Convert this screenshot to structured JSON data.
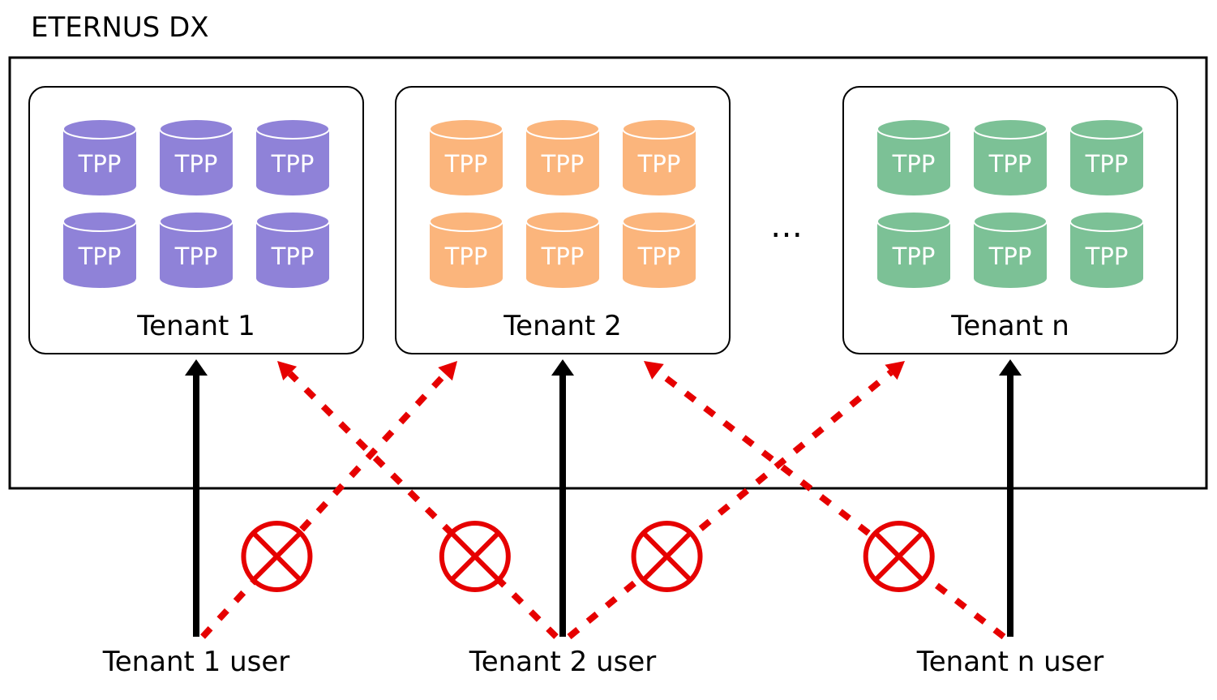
{
  "system_title": "ETERNUS DX",
  "ellipsis": "…",
  "colors": {
    "tenant1": "#8f82d8",
    "tenant2": "#fbb57c",
    "tenantn": "#7cc196",
    "denied": "#e60000",
    "allowed": "#000000"
  },
  "tenants": [
    {
      "label": "Tenant 1",
      "user": "Tenant 1 user",
      "color_key": "tenant1",
      "volumes": [
        "TPP",
        "TPP",
        "TPP",
        "TPP",
        "TPP",
        "TPP"
      ]
    },
    {
      "label": "Tenant 2",
      "user": "Tenant 2 user",
      "color_key": "tenant2",
      "volumes": [
        "TPP",
        "TPP",
        "TPP",
        "TPP",
        "TPP",
        "TPP"
      ]
    },
    {
      "label": "Tenant n",
      "user": "Tenant n user",
      "color_key": "tenantn",
      "volumes": [
        "TPP",
        "TPP",
        "TPP",
        "TPP",
        "TPP",
        "TPP"
      ]
    }
  ],
  "access": [
    {
      "from": "Tenant 1 user",
      "to": "Tenant 1",
      "allowed": true
    },
    {
      "from": "Tenant 2 user",
      "to": "Tenant 2",
      "allowed": true
    },
    {
      "from": "Tenant n user",
      "to": "Tenant n",
      "allowed": true
    },
    {
      "from": "Tenant 1 user",
      "to": "Tenant 2",
      "allowed": false
    },
    {
      "from": "Tenant 2 user",
      "to": "Tenant 1",
      "allowed": false
    },
    {
      "from": "Tenant 2 user",
      "to": "Tenant n",
      "allowed": false
    },
    {
      "from": "Tenant n user",
      "to": "Tenant 2",
      "allowed": false
    }
  ]
}
